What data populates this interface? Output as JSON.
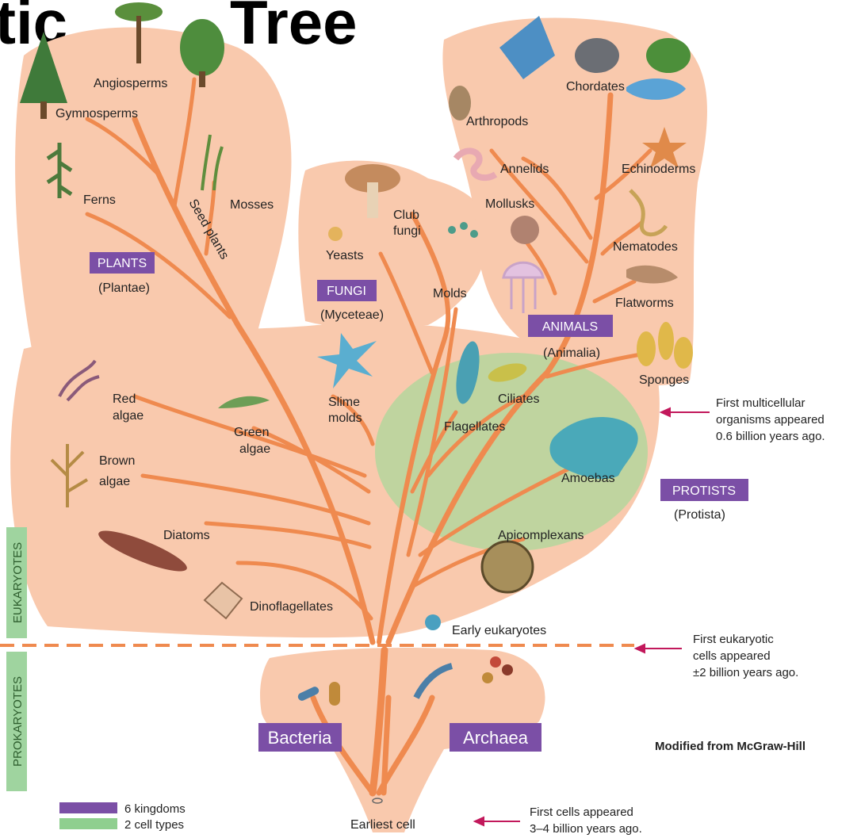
{
  "title": {
    "left": "tic",
    "right": "Tree"
  },
  "kingdoms": {
    "plants": {
      "name": "PLANTS",
      "latin": "(Plantae)"
    },
    "fungi": {
      "name": "FUNGI",
      "latin": "(Myceteae)"
    },
    "animals": {
      "name": "ANIMALS",
      "latin": "(Animalia)"
    },
    "protists": {
      "name": "PROTISTS",
      "latin": "(Protista)"
    },
    "bacteria": {
      "name": "Bacteria"
    },
    "archaea": {
      "name": "Archaea"
    }
  },
  "groups": {
    "angiosperms": "Angiosperms",
    "gymnosperms": "Gymnosperms",
    "ferns": "Ferns",
    "mosses": "Mosses",
    "seed_plants": "Seed plants",
    "club_fungi_1": "Club",
    "club_fungi_2": "fungi",
    "yeasts": "Yeasts",
    "molds": "Molds",
    "chordates": "Chordates",
    "arthropods": "Arthropods",
    "annelids": "Annelids",
    "echinoderms": "Echinoderms",
    "mollusks": "Mollusks",
    "nematodes": "Nematodes",
    "flatworms": "Flatworms",
    "sponges": "Sponges",
    "red_algae_1": "Red",
    "red_algae_2": "algae",
    "green_algae_1": "Green",
    "green_algae_2": "algae",
    "brown_algae_1": "Brown",
    "brown_algae_2": "algae",
    "diatoms": "Diatoms",
    "dinoflagellates": "Dinoflagellates",
    "slime_molds_1": "Slime",
    "slime_molds_2": "molds",
    "flagellates": "Flagellates",
    "ciliates": "Ciliates",
    "amoebas": "Amoebas",
    "apicomplexans": "Apicomplexans",
    "early_eukaryotes": "Early eukaryotes",
    "earliest_cell": "Earliest cell"
  },
  "domains": {
    "eukaryotes": "EUKARYOTES",
    "prokaryotes": "PROKARYOTES"
  },
  "notes": {
    "multicellular": [
      "First multicellular",
      "organisms appeared",
      "0.6 billion years ago."
    ],
    "eukaryotic": [
      "First eukaryotic",
      "cells appeared",
      "±2 billion years ago."
    ],
    "first_cells": [
      "First  cells appeared",
      "3–4 billion years ago."
    ]
  },
  "credit": "Modified from McGraw-Hill",
  "legend": [
    {
      "label": "6 kingdoms",
      "color": "#7b4fa6"
    },
    {
      "label": "2 cell types",
      "color": "#8fcf8f"
    }
  ],
  "colors": {
    "region_fill": "#f9c9ad",
    "branch": "#ef8a4f",
    "kingdom_box": "#7b4fa6",
    "cell_type_box": "#9fd49f",
    "highlight": "#a8d89a",
    "arrow": "#c2185b"
  }
}
